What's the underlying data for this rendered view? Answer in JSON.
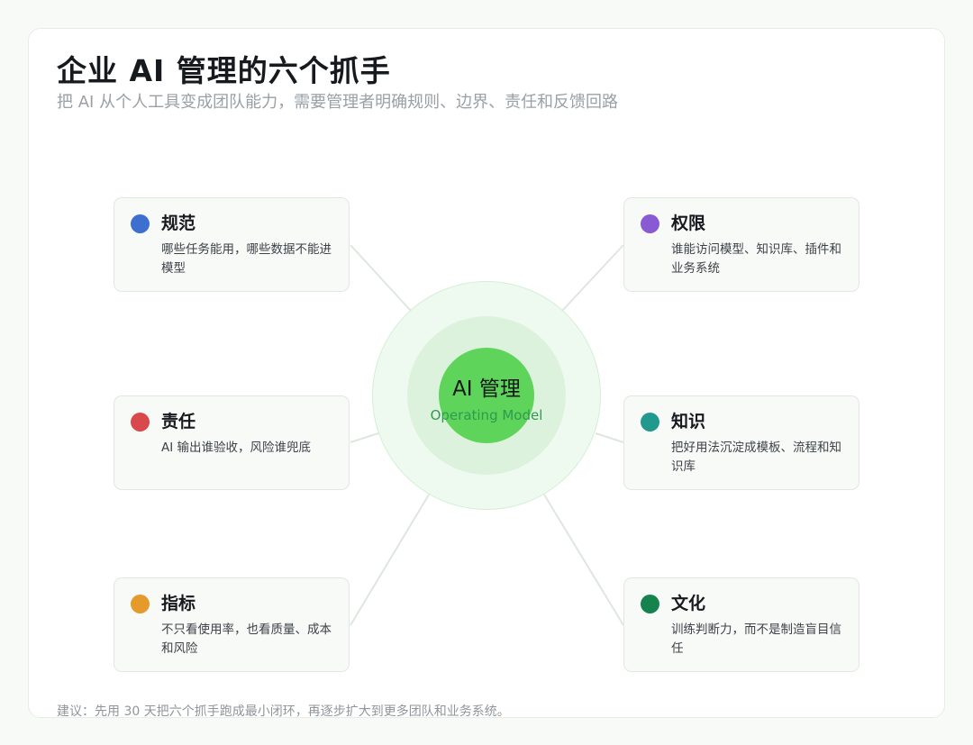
{
  "header": {
    "title": "企业 AI 管理的六个抓手",
    "subtitle": "把 AI 从个人工具变成团队能力，需要管理者明确规则、边界、责任和反馈回路"
  },
  "center": {
    "title": "AI 管理",
    "subtitle": "Operating Model",
    "core_color": "#5ed45a"
  },
  "nodes": [
    {
      "id": "guideline",
      "title": "规范",
      "desc": "哪些任务能用，哪些数据不能进模型",
      "color": "#3d6fd0"
    },
    {
      "id": "permission",
      "title": "权限",
      "desc": "谁能访问模型、知识库、插件和业务系统",
      "color": "#8a5ad4"
    },
    {
      "id": "responsibility",
      "title": "责任",
      "desc": "AI 输出谁验收，风险谁兜底",
      "color": "#d9484a"
    },
    {
      "id": "knowledge",
      "title": "知识",
      "desc": "把好用法沉淀成模板、流程和知识库",
      "color": "#22998e"
    },
    {
      "id": "metrics",
      "title": "指标",
      "desc": "不只看使用率，也看质量、成本和风险",
      "color": "#e59a2b"
    },
    {
      "id": "culture",
      "title": "文化",
      "desc": "训练判断力，而不是制造盲目信任",
      "color": "#16834f"
    }
  ],
  "footer": "建议：先用 30 天把六个抓手跑成最小闭环，再逐步扩大到更多团队和业务系统。"
}
